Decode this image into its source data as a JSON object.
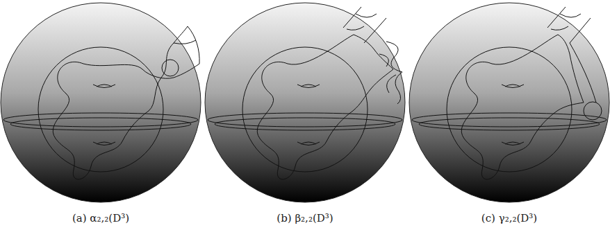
{
  "diagram": {
    "labels": [
      "(a) α₂,₂(D³)",
      "(b) β₂,₂(D³)",
      "(c) γ₂,₂(D³)"
    ]
  }
}
